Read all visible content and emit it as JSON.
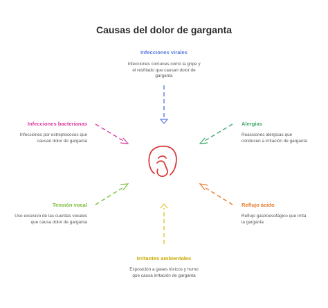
{
  "title": "Causas del dolor de garganta",
  "colors": {
    "viral": "#5b7be0",
    "alergias": "#3fa86a",
    "reflujo": "#e57a2b",
    "irritantes": "#e0c22a",
    "tension": "#7bbf3a",
    "bacteriana": "#d63d9e",
    "throat_icon": "#d93b3b"
  },
  "center_icon": "throat-icon",
  "causes": {
    "viral": {
      "label": "Infecciones virales",
      "description": "Infecciones comunes como la gripe y el resfriado que causan dolor de garganta"
    },
    "alergias": {
      "label": "Alergias",
      "description": "Reacciones alérgicas que conducen a irritación de garganta"
    },
    "reflujo": {
      "label": "Reflujo ácido",
      "description": "Reflujo gastroesofágico que irrita la garganta"
    },
    "irritantes": {
      "label": "Irritantes ambientales",
      "description": "Exposición a gases tóxicos y humo que causa irritación de garganta"
    },
    "tension": {
      "label": "Tensión vocal",
      "description": "Uso excesivo de las cuerdas vocales que causa dolor de garganta"
    },
    "bacteriana": {
      "label": "Infecciones bacterianas",
      "description": "Infecciones por estreptococos que causan dolor de garganta"
    }
  }
}
